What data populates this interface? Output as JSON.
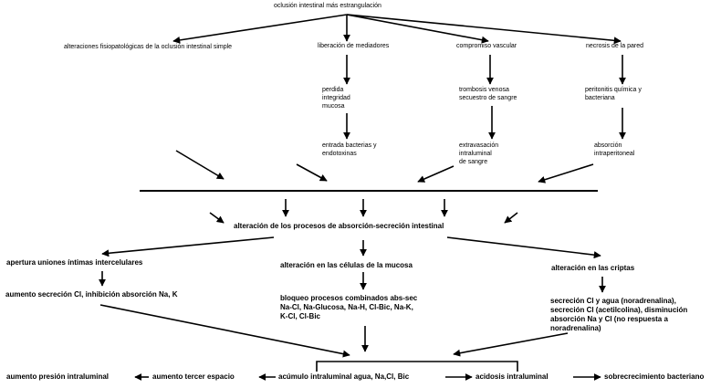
{
  "top": "oclusión intestinal más estrangulación",
  "level1": {
    "a": "alteraciones fisiopatológicas de la oclusión intestinal simple",
    "b": "liberación de mediadores",
    "c": "compromiso vascular",
    "d": "necrosis de la pared"
  },
  "level2": {
    "b": [
      "perdida",
      "integridad",
      "mucosa"
    ],
    "c": [
      "trombosis venosa",
      "secuestro de sangre"
    ],
    "d": [
      "peritonitis química y",
      "bacteriana"
    ]
  },
  "level3": {
    "b": [
      "entrada bacterias y",
      "endotoxinas"
    ],
    "c": [
      "extravasación",
      "intraluminal",
      "de sangre"
    ],
    "d": [
      "absorción",
      "intraperitoneal"
    ]
  },
  "central": "alteración de los procesos de absorción-secreción intestinal",
  "branches": {
    "left": "apertura uniones íntimas intercelulares",
    "mid": "alteración en las células de la mucosa",
    "right": "alteración en las criptas"
  },
  "effects": {
    "left": "aumento secreción Cl, inhibición absorción Na, K",
    "mid": [
      "bloqueo procesos combinados abs-sec",
      "Na-Cl, Na-Glucosa, Na-H, Cl-Bic, Na-K,",
      "K-Cl, Cl-Bic"
    ],
    "right": [
      "secreción Cl y agua (noradrenalina),",
      "secreción Cl (acetilcolina), disminución",
      "absorción Na y Cl (no respuesta a",
      "noradrenalina)"
    ]
  },
  "bottom": {
    "presion": "aumento presión intraluminal",
    "tercer": "aumento tercer espacio",
    "acumulo": "acúmulo intraluminal agua, Na,Cl, Bic",
    "acidosis": "acidosis intraluminal",
    "sobre": "sobrecrecimiento bacteriano"
  }
}
